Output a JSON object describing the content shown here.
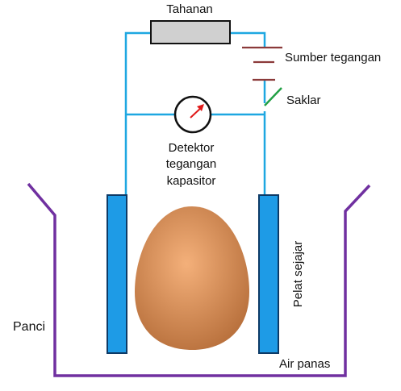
{
  "labels": {
    "resistor": "Tahanan",
    "voltage_source": "Sumber tegangan",
    "switch": "Saklar",
    "detector_line1": "Detektor",
    "detector_line2": "tegangan",
    "detector_line3": "kapasitor",
    "parallel_plates": "Pelat sejajar",
    "pot": "Panci",
    "hot_water": "Air panas"
  },
  "colors": {
    "wire": "#1ea7e1",
    "pot": "#7030a0",
    "plate_fill": "#1e9be6",
    "plate_stroke": "#0d3a66",
    "resistor_fill": "#d0d0d0",
    "battery": "#8b3a3a",
    "switch": "#22a045",
    "needle": "#e01818",
    "egg_light": "#f4b07a",
    "egg_dark": "#b8703c"
  }
}
